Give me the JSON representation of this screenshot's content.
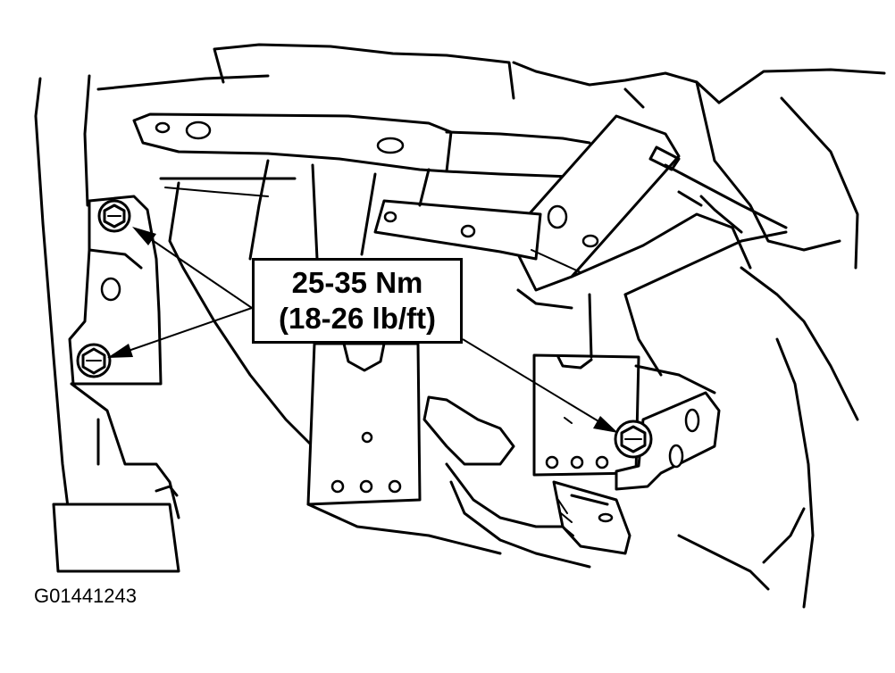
{
  "callout": {
    "line1": "25-35 Nm",
    "line2": "(18-26 lb/ft)"
  },
  "figure_id": "G01441243"
}
